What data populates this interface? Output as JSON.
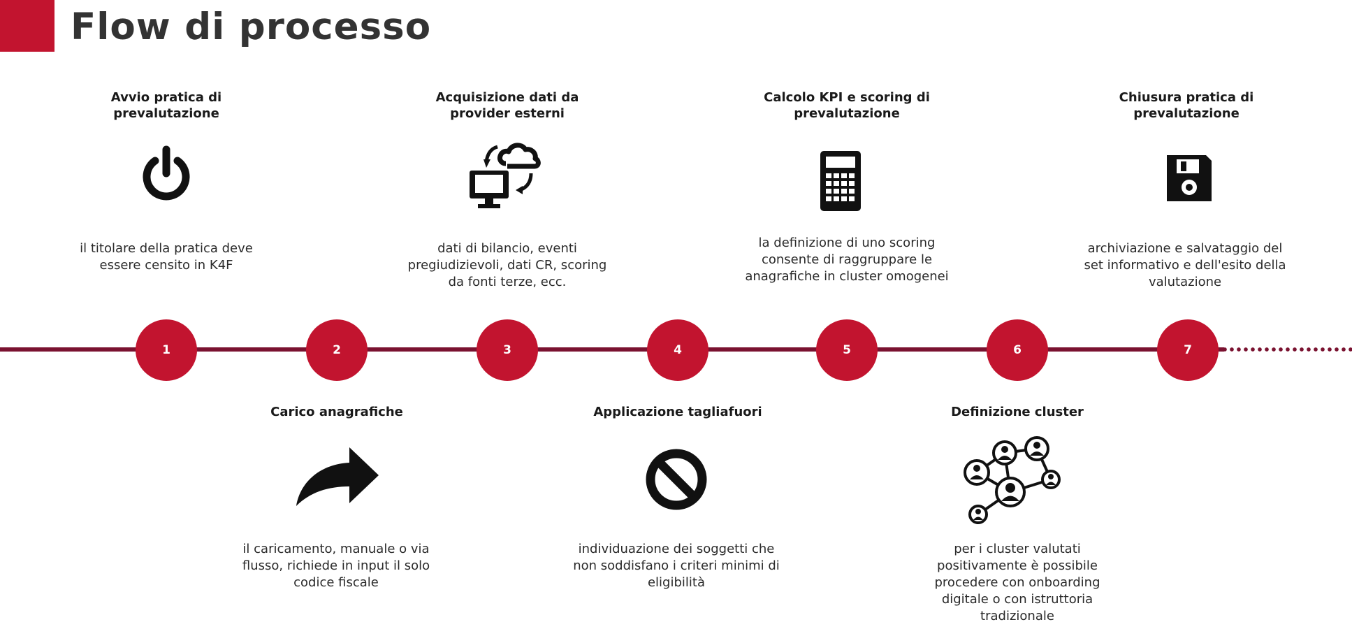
{
  "title": "Flow di processo",
  "colors": {
    "accent": "#c2142f",
    "line": "#7a1230",
    "icon": "#111111"
  },
  "top_steps": [
    {
      "title": "Avvio pratica di prevalutazione",
      "icon": "power-icon",
      "desc": "il titolare della pratica deve essere censito  in K4F"
    },
    {
      "title": "Acquisizione dati da provider esterni",
      "icon": "cloud-sync-icon",
      "desc": "dati di bilancio, eventi pregiudizievoli, dati CR, scoring da fonti terze, ecc."
    },
    {
      "title": "Calcolo KPI e scoring di prevalutazione",
      "icon": "calculator-icon",
      "desc": "la definizione di uno scoring consente di raggruppare le anagrafiche in cluster omogenei"
    },
    {
      "title": "Chiusura pratica di prevalutazione",
      "icon": "floppy-disk-icon",
      "desc": "archiviazione e salvataggio del set informativo e dell'esito della valutazione"
    }
  ],
  "bottom_steps": [
    {
      "title": "Carico anagrafiche",
      "icon": "forward-arrow-icon",
      "desc": "il caricamento, manuale o via flusso, richiede in input il solo codice fiscale"
    },
    {
      "title": "Applicazione tagliafuori",
      "icon": "prohibited-icon",
      "desc": "individuazione dei soggetti che non soddisfano i criteri minimi di eligibilità"
    },
    {
      "title": "Definizione cluster",
      "icon": "network-icon",
      "desc": "per i cluster valutati positivamente è possibile procedere con onboarding digitale o con istruttoria tradizionale"
    }
  ],
  "steps": [
    "1",
    "2",
    "3",
    "4",
    "5",
    "6",
    "7"
  ]
}
